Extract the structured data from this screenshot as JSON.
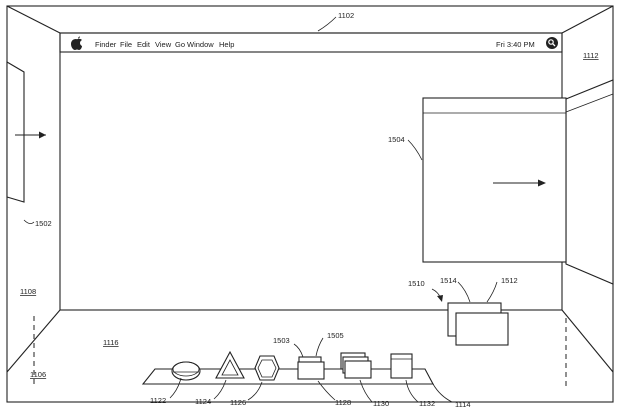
{
  "menubar": {
    "items": [
      "Finder",
      "File",
      "Edit",
      "View",
      "Go",
      "Window",
      "Help"
    ],
    "clock": "Fri 3:40 PM"
  },
  "refs": {
    "r1102": "1102",
    "r1112": "1112",
    "r1108": "1108",
    "r1106": "1106",
    "r1116": "1116",
    "r1502": "1502",
    "r1504": "1504",
    "r1510": "1510",
    "r1514": "1514",
    "r1512": "1512",
    "r1503": "1503",
    "r1505": "1505",
    "r1122": "1122",
    "r1124": "1124",
    "r1126": "1126",
    "r1128": "1128",
    "r1130": "1130",
    "r1132": "1132",
    "r1114": "1114"
  }
}
